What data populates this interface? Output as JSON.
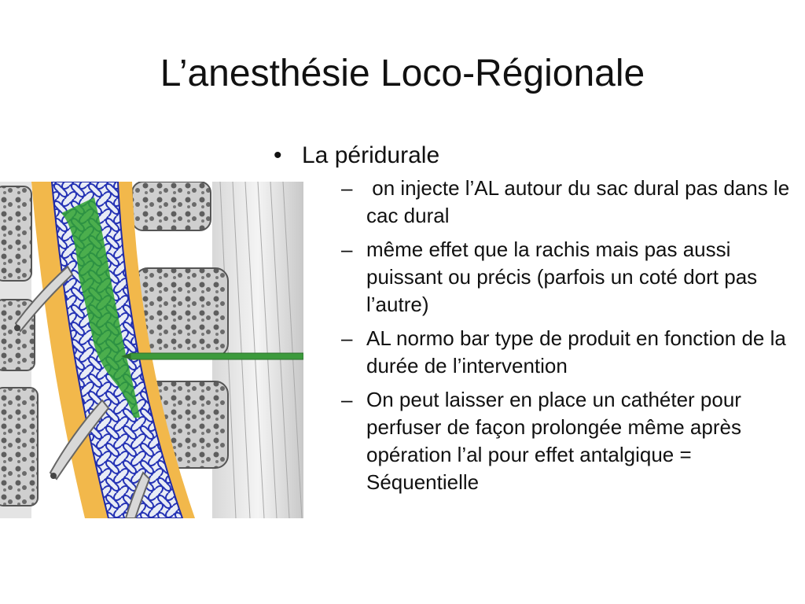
{
  "slide": {
    "title": "L’anesthésie Loco-Régionale",
    "bullet_marker": "•",
    "sub_marker": "–",
    "bullet": {
      "text": "La péridurale",
      "items": [
        " on injecte l’AL autour du sac dural pas dans le cac dural",
        "même effet que la rachis mais pas aussi puissant ou précis (parfois un coté dort pas l’autre)",
        "AL normo bar type de produit en fonction de la durée de l’intervention",
        "On peut laisser en place un cathéter pour perfuser de façon prolongée même après opération l’al pour effet antalgique = Séquentielle"
      ]
    }
  },
  "colors": {
    "background": "#ffffff",
    "text": "#111111",
    "bone": "#d9d9d9",
    "bone_texture": "#6b6b6b",
    "epidural_fat": "#f2b84b",
    "dura": "#1f2aa8",
    "anesthetic": "#2fa32f",
    "needle": "#3c9a3c"
  }
}
